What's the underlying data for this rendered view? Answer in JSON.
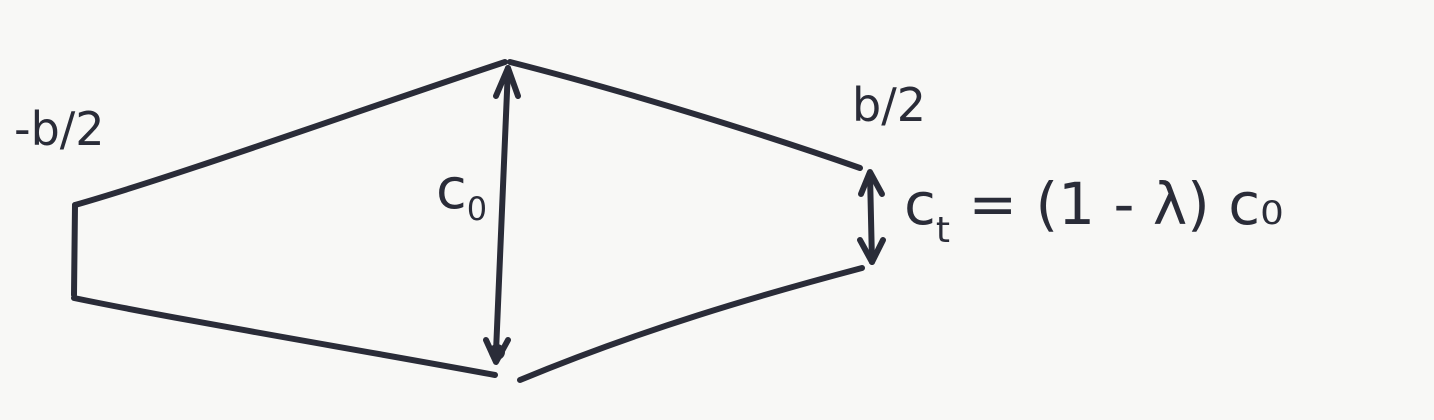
{
  "diagram": {
    "labels": {
      "left_span": "-b/2",
      "right_span": "b/2",
      "root_chord_main": "c",
      "root_chord_sub": "0",
      "tip_chord_main": "c",
      "tip_chord_sub": "t",
      "tip_chord_formula": " = (1 - λ) c₀"
    },
    "colors": {
      "ink": "#2a2c38",
      "paper": "#f8f8f6"
    }
  }
}
